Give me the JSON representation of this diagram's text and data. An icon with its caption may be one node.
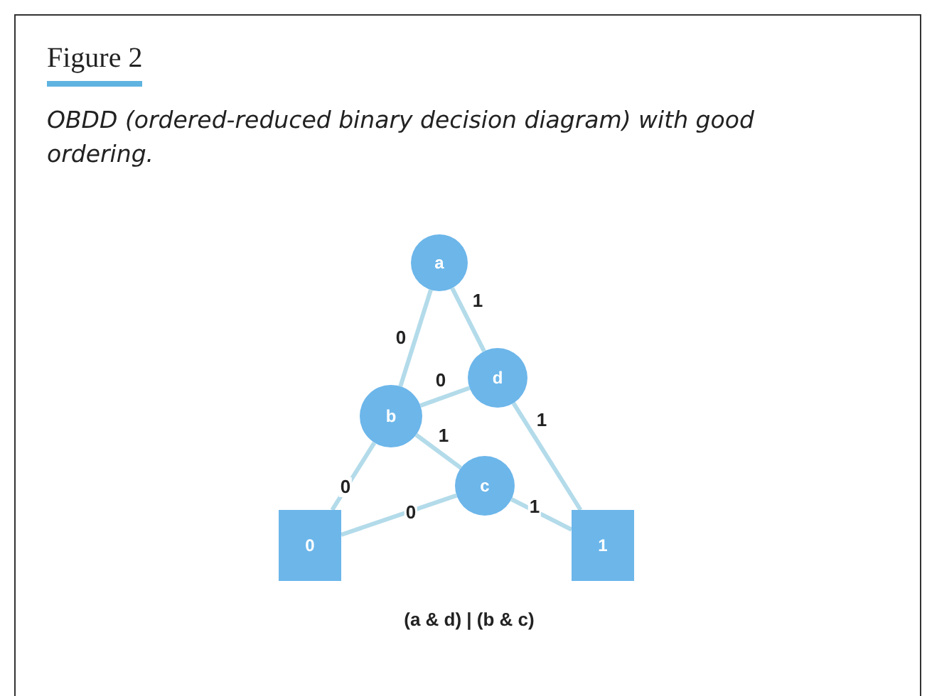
{
  "diagram": {
    "title": "Figure 2",
    "caption": "OBDD (ordered-reduced binary decision diagram) with good ordering.",
    "nodes": [
      {
        "text": [
          "a"
        ]
      },
      {
        "text": [
          "d"
        ]
      },
      {
        "text": [
          "b"
        ]
      },
      {
        "text": [
          "c"
        ]
      },
      {
        "text": [
          "0"
        ]
      },
      {
        "text": [
          "1"
        ]
      }
    ],
    "edges": [
      {
        "from": 0,
        "to": 2,
        "arrow": "none",
        "label": "0"
      },
      {
        "from": 0,
        "to": 1,
        "arrow": "none",
        "label": "1"
      },
      {
        "from": 1,
        "to": 2,
        "arrow": "none",
        "label": "0"
      },
      {
        "from": 1,
        "to": 5,
        "arrow": "none",
        "label": "1"
      },
      {
        "from": 2,
        "to": 3,
        "arrow": "none",
        "label": "1"
      },
      {
        "from": 2,
        "to": 4,
        "arrow": "none",
        "label": "0"
      },
      {
        "from": 3,
        "to": 4,
        "arrow": "none",
        "label": "0"
      },
      {
        "from": 3,
        "to": 5,
        "arrow": "none",
        "label": "1"
      }
    ],
    "labels": [
      "(a & d) | (b & c)"
    ]
  }
}
